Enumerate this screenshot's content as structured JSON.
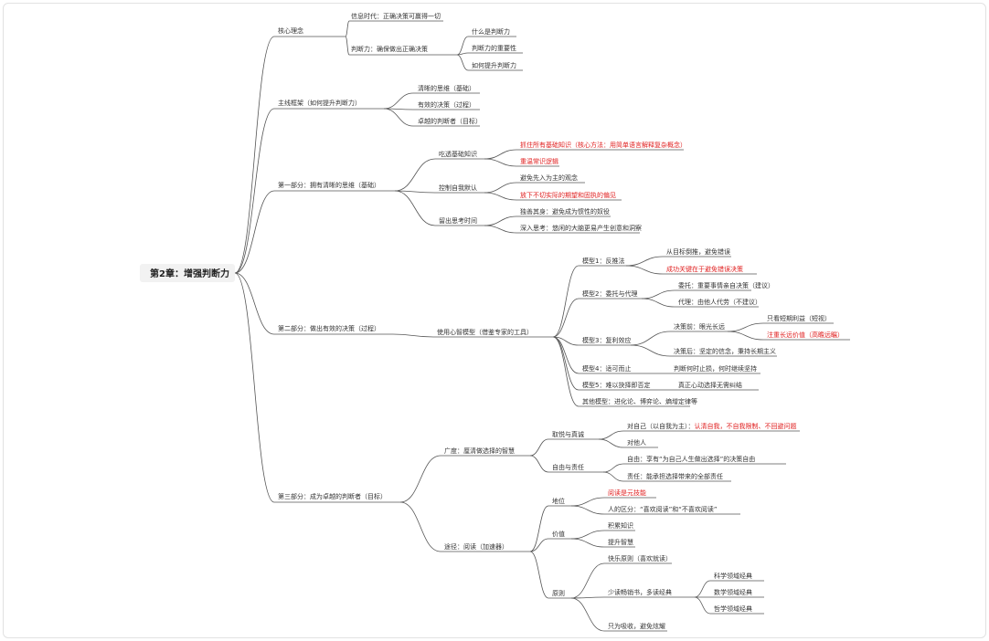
{
  "colors": {
    "line": "#555555",
    "text": "#333333",
    "highlight": "#e02020",
    "root_bg": "#f2f2f2"
  },
  "root": "第2章：增强判断力",
  "nodes": {
    "b1": "核心理念",
    "b1a": "信息时代：正确决策可赢得一切",
    "b1b": "判断力：确保做出正确决策",
    "b1b1": "什么是判断力",
    "b1b2": "判断力的重要性",
    "b1b3": "如何提升判断力",
    "b2": "主线框架（如何提升判断力）",
    "b2a": "清晰的思维（基础）",
    "b2b": "有效的决策（过程）",
    "b2c": "卓越的判断者（目标）",
    "b3": "第一部分：拥有清晰的思维（基础）",
    "b3a": "吃透基础知识",
    "b3a1": "抓住所有基础知识（核心方法：用简单语言解释复杂概念）",
    "b3a2": "重温常识逻辑",
    "b3b": "控制自我默认",
    "b3b1": "避免先入为主的观念",
    "b3b2": "放下不切实际的期望和固执的偏见",
    "b3c": "留出思考时间",
    "b3c1": "独善其身：避免成为惯性的奴役",
    "b3c2": "深入思考：悠闲的大脑更易产生创意和洞察",
    "b4": "第二部分：做出有效的决策（过程）",
    "b4a": "使用心智模型（借鉴专家的工具）",
    "b4a1": "模型1：反推法",
    "b4a1a": "从目标倒推，避免错误",
    "b4a1b": "成功关键在于避免错误决策",
    "b4a2": "模型2：委托与代理",
    "b4a2a": "委托：重要事情亲自决策（建议）",
    "b4a2b": "代理：由他人代劳（不建议）",
    "b4a3": "模型3：复利效应",
    "b4a3a": "决策前：眼光长远",
    "b4a3a1": "只看短期利益（短视）",
    "b4a3a2": "注重长远价值（高瞻远瞩）",
    "b4a3b": "决策后：坚定的信念，秉持长期主义",
    "b4a4": "模型4：适可而止",
    "b4a4a": "判断何时止损，何时继续坚持",
    "b4a5": "模型5：难以抉择即否定",
    "b4a5a": "真正心动选择无需纠结",
    "b4a6": "其他模型：进化论、博弈论、熵增定律等",
    "b5": "第三部分：成为卓越的判断者（目标）",
    "b5a": "广度：厘清做选择的智慧",
    "b5a1": "取悦与真诚",
    "b5a1a_pre": "对自己（以自我为主）：",
    "b5a1a_red": "认清自我，不自我限制、不回避问题",
    "b5a1b": "对他人",
    "b5a2": "自由与责任",
    "b5a2a": "自由：享有“为自己人生做出选择”的决策自由",
    "b5a2b": "责任：能承担选择带来的全部责任",
    "b5b": "途径：阅读（加速器）",
    "b5b1": "地位",
    "b5b1a": "阅读是元技能",
    "b5b1b": "人的区分：“喜欢阅读”和“不喜欢阅读”",
    "b5b2": "价值",
    "b5b2a": "积累知识",
    "b5b2b": "提升智慧",
    "b5b3": "原则",
    "b5b3a": "快乐原则（喜欢就读）",
    "b5b3b": "少读畅销书，多读经典",
    "b5b3b1": "科学领域经典",
    "b5b3b2": "数学领域经典",
    "b5b3b3": "哲学领域经典",
    "b5b3c": "只为吸收，避免炫耀"
  }
}
